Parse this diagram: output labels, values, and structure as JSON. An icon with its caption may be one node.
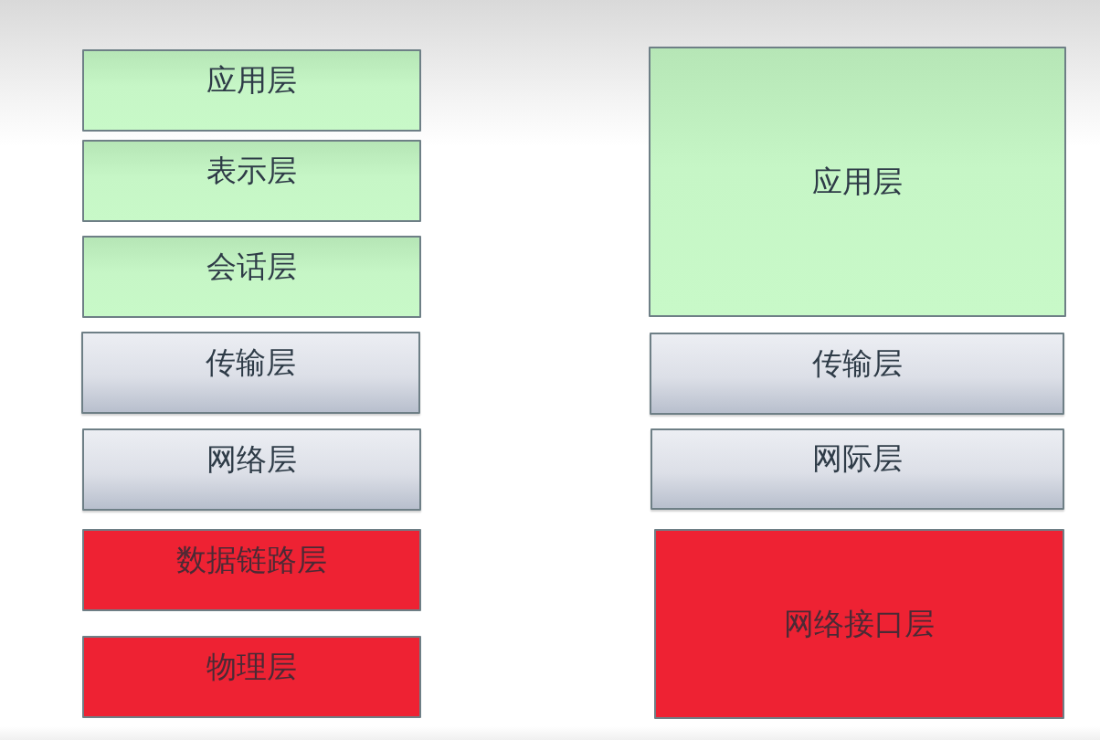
{
  "diagram": {
    "nodes": [
      {
        "text": [
          "应用层"
        ]
      },
      {
        "text": [
          "表示层"
        ]
      },
      {
        "text": [
          "会话层"
        ]
      },
      {
        "text": [
          "传输层"
        ]
      },
      {
        "text": [
          "网络层"
        ]
      },
      {
        "text": [
          "数据链路层"
        ]
      },
      {
        "text": [
          "物理层"
        ]
      },
      {
        "text": [
          "应用层"
        ]
      },
      {
        "text": [
          "传输层"
        ]
      },
      {
        "text": [
          "网际层"
        ]
      },
      {
        "text": [
          "网络接口层"
        ]
      }
    ]
  }
}
